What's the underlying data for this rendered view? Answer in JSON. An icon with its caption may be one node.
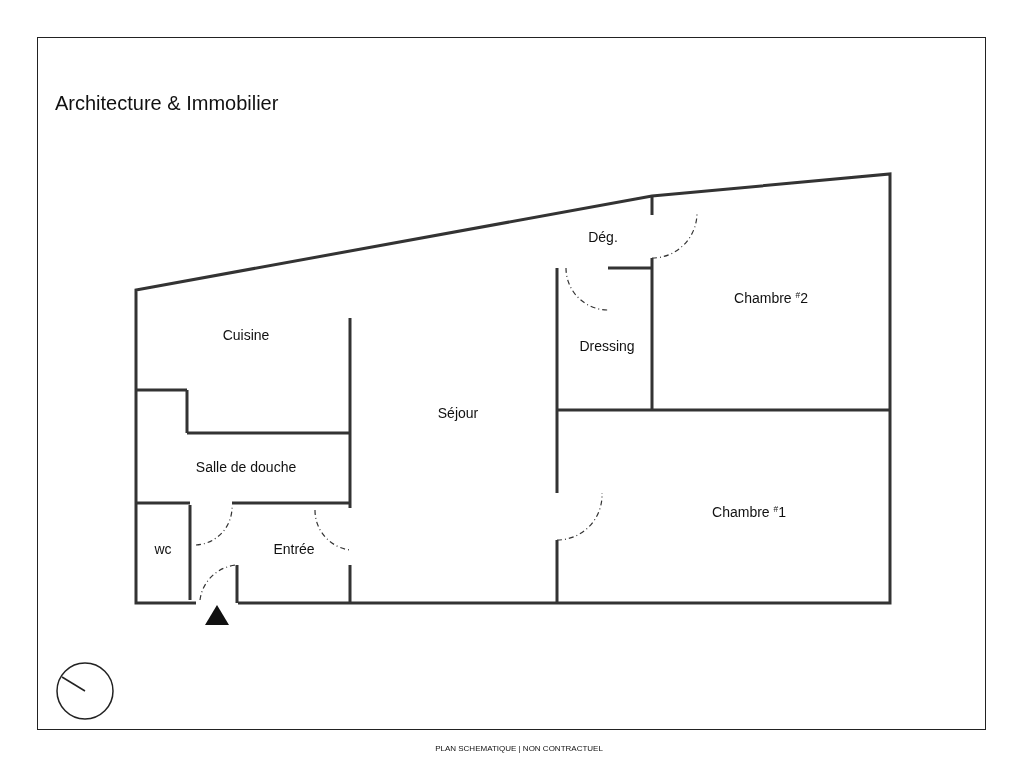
{
  "diagram": {
    "labels": [
      "Architecture & Immobilier",
      "Dég.",
      "Chambre $^{#}$2",
      "Cuisine",
      "Dressing",
      "Séjour",
      "Salle de douche",
      "Chambre $^{#}$1",
      "wc",
      "Entrée",
      "PLAN SCHEMATIQUE | NON CONTRACTUEL"
    ]
  }
}
